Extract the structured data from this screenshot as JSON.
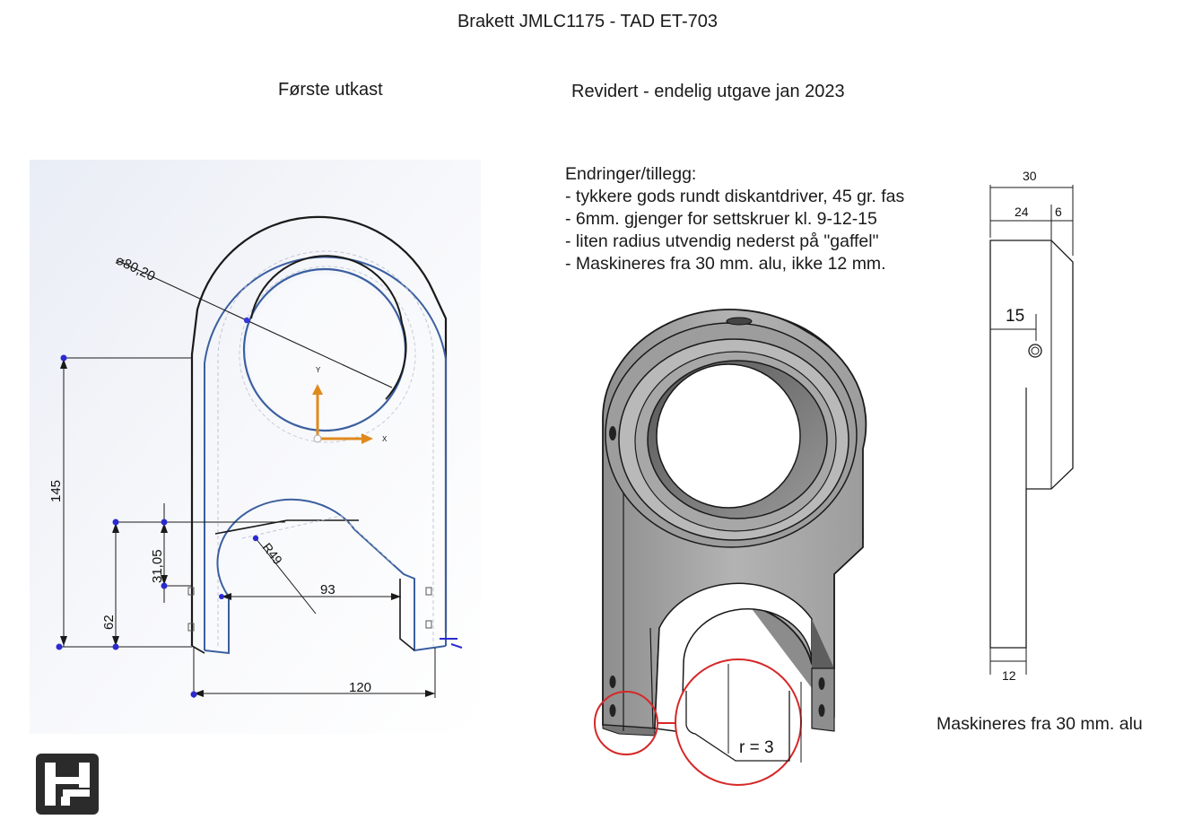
{
  "title": "Brakett JMLC1175 - TAD ET-703",
  "left_heading": "Første utkast",
  "right_heading": "Revidert - endelig utgave jan 2023",
  "changes": {
    "heading": "Endringer/tillegg:",
    "items": [
      "- tykkere gods rundt diskantdriver, 45 gr. fas",
      "- 6mm. gjenger for settskruer kl. 9-12-15",
      "- liten radius utvendig nederst på \"gaffel\"",
      "- Maskineres fra 30 mm. alu, ikke 12 mm."
    ]
  },
  "sketch_dimensions": {
    "diameter": "⌀80,20",
    "height": "145",
    "gap_height": "31,05",
    "leg_height": "62",
    "radius": "R49",
    "inner_width": "93",
    "outer_width": "120",
    "axis_y": "Y",
    "axis_x": "X"
  },
  "detail_label": "r = 3",
  "side_view": {
    "total_width": "30",
    "body_width": "24",
    "chamfer_width": "6",
    "hole_height": "15",
    "bottom_width": "12",
    "caption": "Maskineres fra 30 mm. alu"
  },
  "colors": {
    "sketch_line": "#3b5fa0",
    "dimension_point": "#2a2ad0",
    "axis_arrow": "#e08a1e",
    "highlight_circle": "#d62828",
    "part_gray": "#a9a9a9"
  }
}
